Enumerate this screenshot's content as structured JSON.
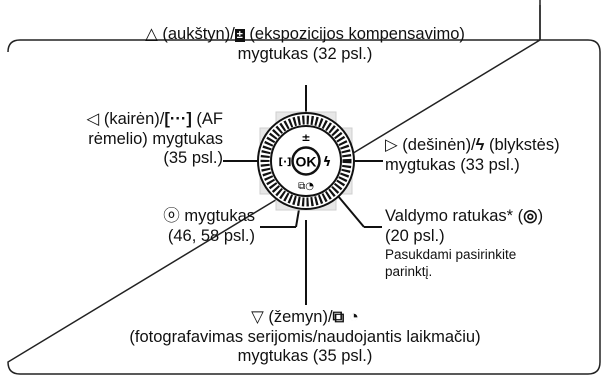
{
  "labels": {
    "top_line1_a": "△ (aukštyn)/",
    "top_line1_icon": "±",
    "top_line1_b": " (ekspozicijos kompensavimo)",
    "top_line2": "mygtukas (32 psl.)",
    "left_line1_a": "◁ (kairėn)/",
    "left_line1_icon": "[···]",
    "left_line1_b": " (AF",
    "left_line2": "rėmelio) mygtukas",
    "left_line3": "(35 psl.)",
    "right_line1_a": "▷ (dešinėn)/",
    "right_line1_icon": "ϟ",
    "right_line1_b": " (blykstės)",
    "right_line2": "mygtukas (33 psl.)",
    "ok_line1_icon": "ⓞ",
    "ok_line1": " mygtukas",
    "ok_line2_a": "(46, 58 ",
    "ok_line2_b": "psl.)",
    "dial_line1_a": "Valdymo ratukas* (",
    "dial_line1_icon": "◎",
    "dial_line1_b": ")",
    "dial_line2": "(20 psl.)",
    "dial_note_1": "Pasukdami pasirinkite",
    "dial_note_2": "parinktį.",
    "bottom_line1_a": "▽ (žemyn)/",
    "bottom_line1_icon": "⧉ ◔",
    "bottom_line2": "(fotografavimas serijomis/naudojantis laikmačiu)",
    "bottom_line3": "mygtukas (35 psl.)"
  },
  "control": {
    "center_label": "OK",
    "top_icon": "±",
    "left_icon": "[·]",
    "right_icon": "ϟ",
    "bottom_icon": "⧉◔"
  }
}
